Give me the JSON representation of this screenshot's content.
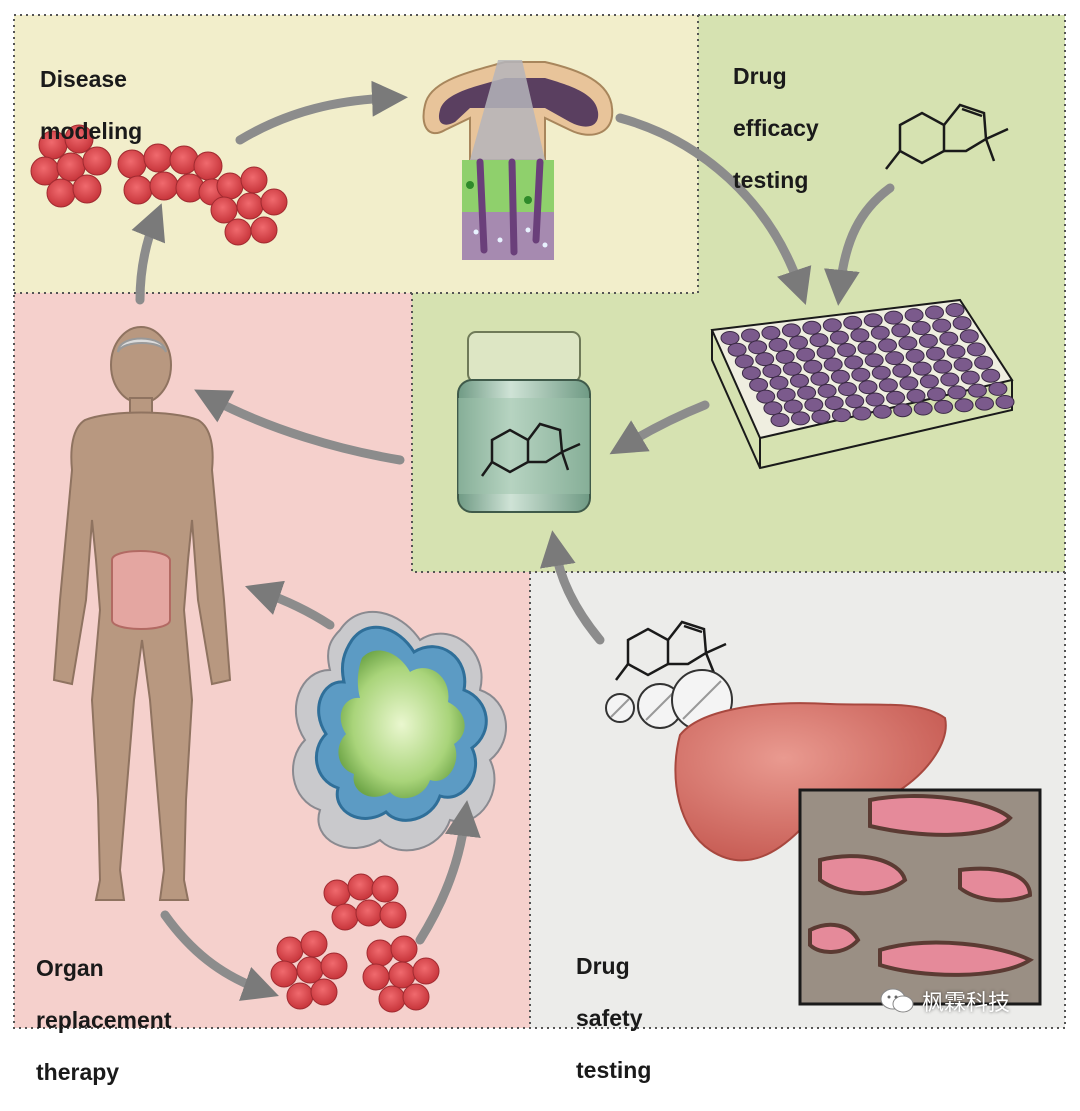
{
  "regions": {
    "disease_modeling": {
      "label_lines": [
        "Disease",
        "modeling"
      ],
      "color": "#f2eecb"
    },
    "drug_efficacy_testing": {
      "label_lines": [
        "Drug",
        "efficacy",
        "testing"
      ],
      "color": "#d6e2b1"
    },
    "organ_replacement_therapy": {
      "label_lines": [
        "Organ",
        "replacement",
        "therapy"
      ],
      "color": "#f5d0cc"
    },
    "drug_safety_testing": {
      "label_lines": [
        "Drug",
        "safety",
        "testing"
      ],
      "color": "#ececea"
    }
  },
  "watermark": {
    "text": "枫霖科技",
    "icon": "wechat-icon"
  },
  "colors": {
    "arrow": "#8c8c8c",
    "cell": "#d94a4f",
    "cell_nucleus": "#f2a3a3",
    "skin": "#b89880",
    "organoid_green": "#b6d98a",
    "organoid_blue": "#5c9bc4",
    "plate_purple": "#7b5a8c",
    "liver": "#d9776d"
  },
  "icons": [
    "cell-cluster-icon",
    "brain-organoid-icon",
    "molecule-icon",
    "well-plate-icon",
    "drug-bottle-icon",
    "human-body-icon",
    "intestinal-organoid-icon",
    "pill-icon",
    "liver-icon",
    "liver-tissue-inset-icon"
  ]
}
